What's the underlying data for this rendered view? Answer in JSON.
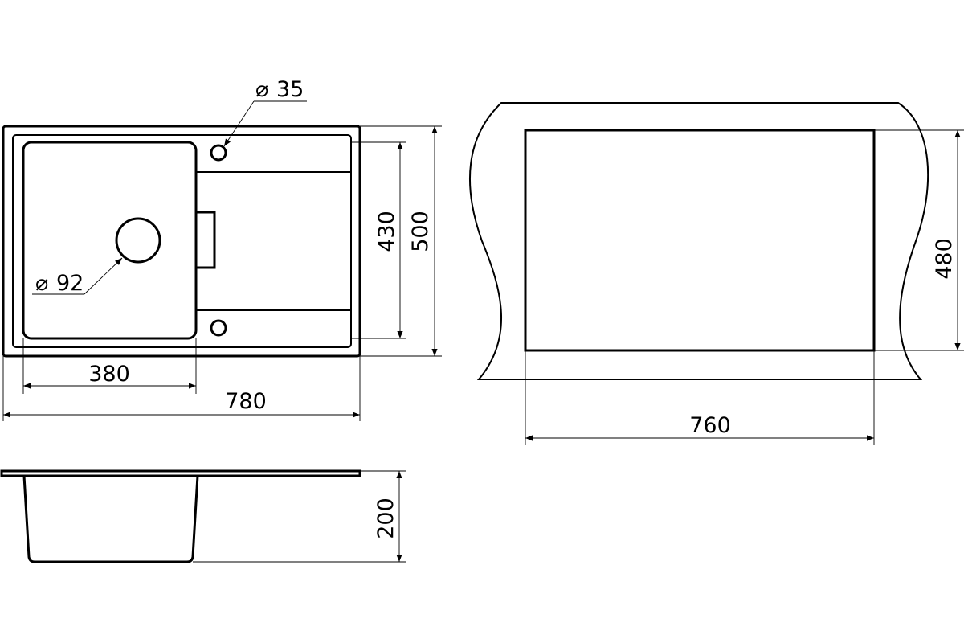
{
  "dimensions": {
    "drain_diameter": "92",
    "tap_hole_diameter": "35",
    "bowl_width": "380",
    "overall_width": "780",
    "bowl_length": "430",
    "overall_length": "500",
    "cutout_width": "760",
    "cutout_length": "480",
    "depth": "200"
  },
  "symbols": {
    "diameter": "⌀"
  }
}
